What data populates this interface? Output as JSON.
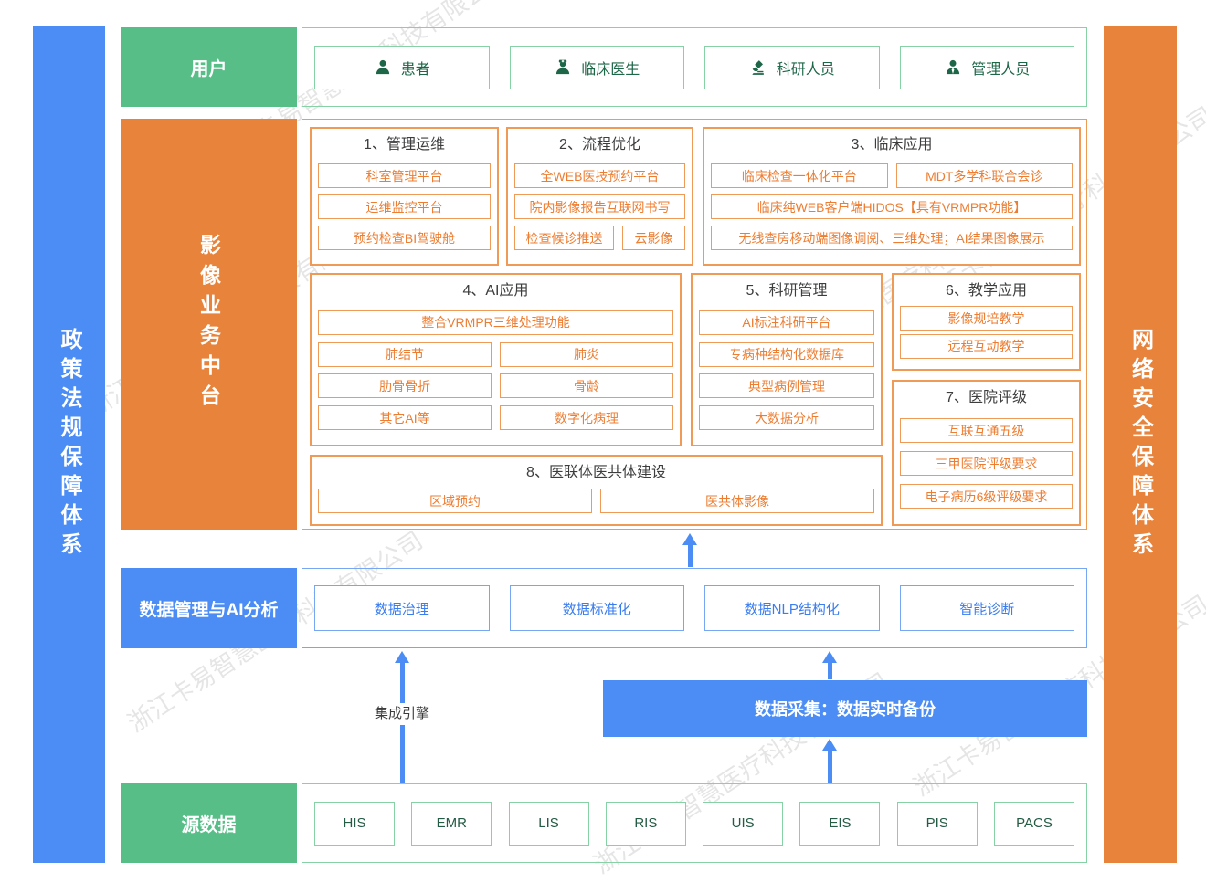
{
  "watermark_text": "浙江卡易智慧医疗科技有限公司",
  "colors": {
    "green": "#56be86",
    "green_border": "#86d2a5",
    "green_dark": "#1d6647",
    "orange": "#e7833b",
    "orange_border": "#ed9c53",
    "orange_text": "#ed7d31",
    "blue": "#4b8df4",
    "blue_border": "#77a7f2",
    "blue_text": "#3a7df0"
  },
  "left_bar": {
    "text": "政策法规保障体系"
  },
  "right_bar": {
    "text": "网络安全保障体系"
  },
  "users": {
    "label": "用户",
    "items": [
      {
        "label": "患者",
        "icon": "patient-icon"
      },
      {
        "label": "临床医生",
        "icon": "doctor-icon"
      },
      {
        "label": "科研人员",
        "icon": "microscope-icon"
      },
      {
        "label": "管理人员",
        "icon": "manager-icon"
      }
    ]
  },
  "platform": {
    "label": "影像业务中台",
    "sections": [
      {
        "title": "1、管理运维",
        "rows": [
          [
            "科室管理平台"
          ],
          [
            "运维监控平台"
          ],
          [
            "预约检查BI驾驶舱"
          ]
        ]
      },
      {
        "title": "2、流程优化",
        "rows": [
          [
            "全WEB医技预约平台"
          ],
          [
            "院内影像报告互联网书写"
          ],
          [
            "检查候诊推送",
            "云影像"
          ]
        ]
      },
      {
        "title": "3、临床应用",
        "rows": [
          [
            "临床检查一体化平台",
            "MDT多学科联合会诊"
          ],
          [
            "临床纯WEB客户端HIDOS【具有VRMPR功能】"
          ],
          [
            "无线查房移动端图像调阅、三维处理；AI结果图像展示"
          ]
        ]
      },
      {
        "title": "4、AI应用",
        "rows": [
          [
            "整合VRMPR三维处理功能"
          ],
          [
            "肺结节",
            "肺炎"
          ],
          [
            "肋骨骨折",
            "骨龄"
          ],
          [
            "其它AI等",
            "数字化病理"
          ]
        ]
      },
      {
        "title": "5、科研管理",
        "rows": [
          [
            "AI标注科研平台"
          ],
          [
            "专病种结构化数据库"
          ],
          [
            "典型病例管理"
          ],
          [
            "大数据分析"
          ]
        ]
      },
      {
        "title": "6、教学应用",
        "rows": [
          [
            "影像规培教学"
          ],
          [
            "远程互动教学"
          ]
        ]
      },
      {
        "title": "7、医院评级",
        "rows": [
          [
            "互联互通五级"
          ],
          [
            "三甲医院评级要求"
          ],
          [
            "电子病历6级评级要求"
          ]
        ]
      },
      {
        "title": "8、医联体医共体建设",
        "rows": [
          [
            "区域预约",
            "医共体影像"
          ]
        ]
      }
    ]
  },
  "data_mgmt": {
    "label": "数据管理与AI分析",
    "items": [
      "数据治理",
      "数据标准化",
      "数据NLP结构化",
      "智能诊断"
    ]
  },
  "flows": {
    "integration_engine": "集成引擎",
    "data_collection": "数据采集：数据实时备份"
  },
  "source_data": {
    "label": "源数据",
    "items": [
      "HIS",
      "EMR",
      "LIS",
      "RIS",
      "UIS",
      "EIS",
      "PIS",
      "PACS"
    ]
  }
}
